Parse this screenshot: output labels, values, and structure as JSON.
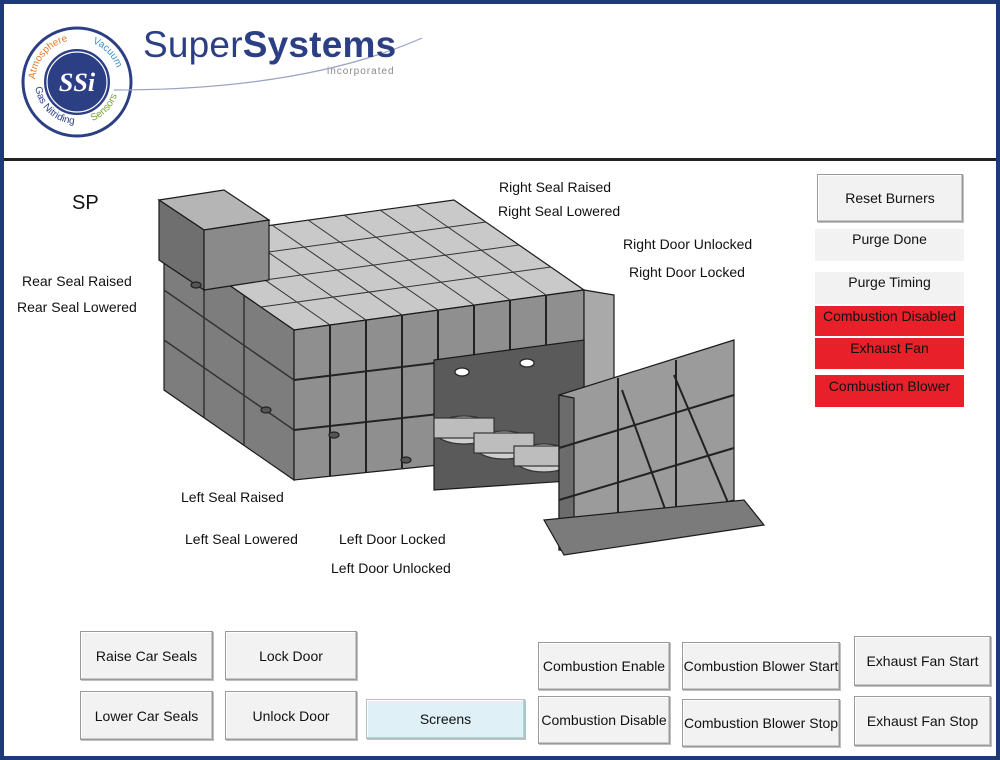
{
  "header": {
    "brand_light": "Super",
    "brand_bold": "Systems",
    "brand_sub": "incorporated",
    "logo": {
      "center": "SSi",
      "ring": [
        "Atmosphere",
        "Vacuum",
        "Gas Nitriding",
        "Sensors"
      ]
    }
  },
  "sp_label": "SP",
  "indicators": {
    "rear_seal_raised": "Rear Seal Raised",
    "rear_seal_lowered": "Rear Seal Lowered",
    "right_seal_raised": "Right Seal Raised",
    "right_seal_lowered": "Right Seal Lowered",
    "right_door_unlocked": "Right Door Unlocked",
    "right_door_locked": "Right Door Locked",
    "left_seal_raised": "Left Seal Raised",
    "left_seal_lowered": "Left Seal Lowered",
    "left_door_locked": "Left Door Locked",
    "left_door_unlocked": "Left Door Unlocked"
  },
  "status_panel": {
    "reset_burners": "Reset Burners",
    "purge_done": "Purge Done",
    "purge_timing": "Purge Timing",
    "combustion_disabled": "Combustion Disabled",
    "exhaust_fan": "Exhaust Fan",
    "combustion_blower": "Combustion Blower",
    "alarm_color": "#e8202a"
  },
  "buttons": {
    "raise_car_seals": "Raise Car Seals",
    "lower_car_seals": "Lower Car Seals",
    "lock_door": "Lock Door",
    "unlock_door": "Unlock Door",
    "screens": "Screens",
    "combustion_enable": "Combustion Enable",
    "combustion_disable": "Combustion Disable",
    "combustion_blower_start": "Combustion Blower Start",
    "combustion_blower_stop": "Combustion Blower Stop",
    "exhaust_fan_start": "Exhaust Fan Start",
    "exhaust_fan_stop": "Exhaust Fan Stop"
  }
}
